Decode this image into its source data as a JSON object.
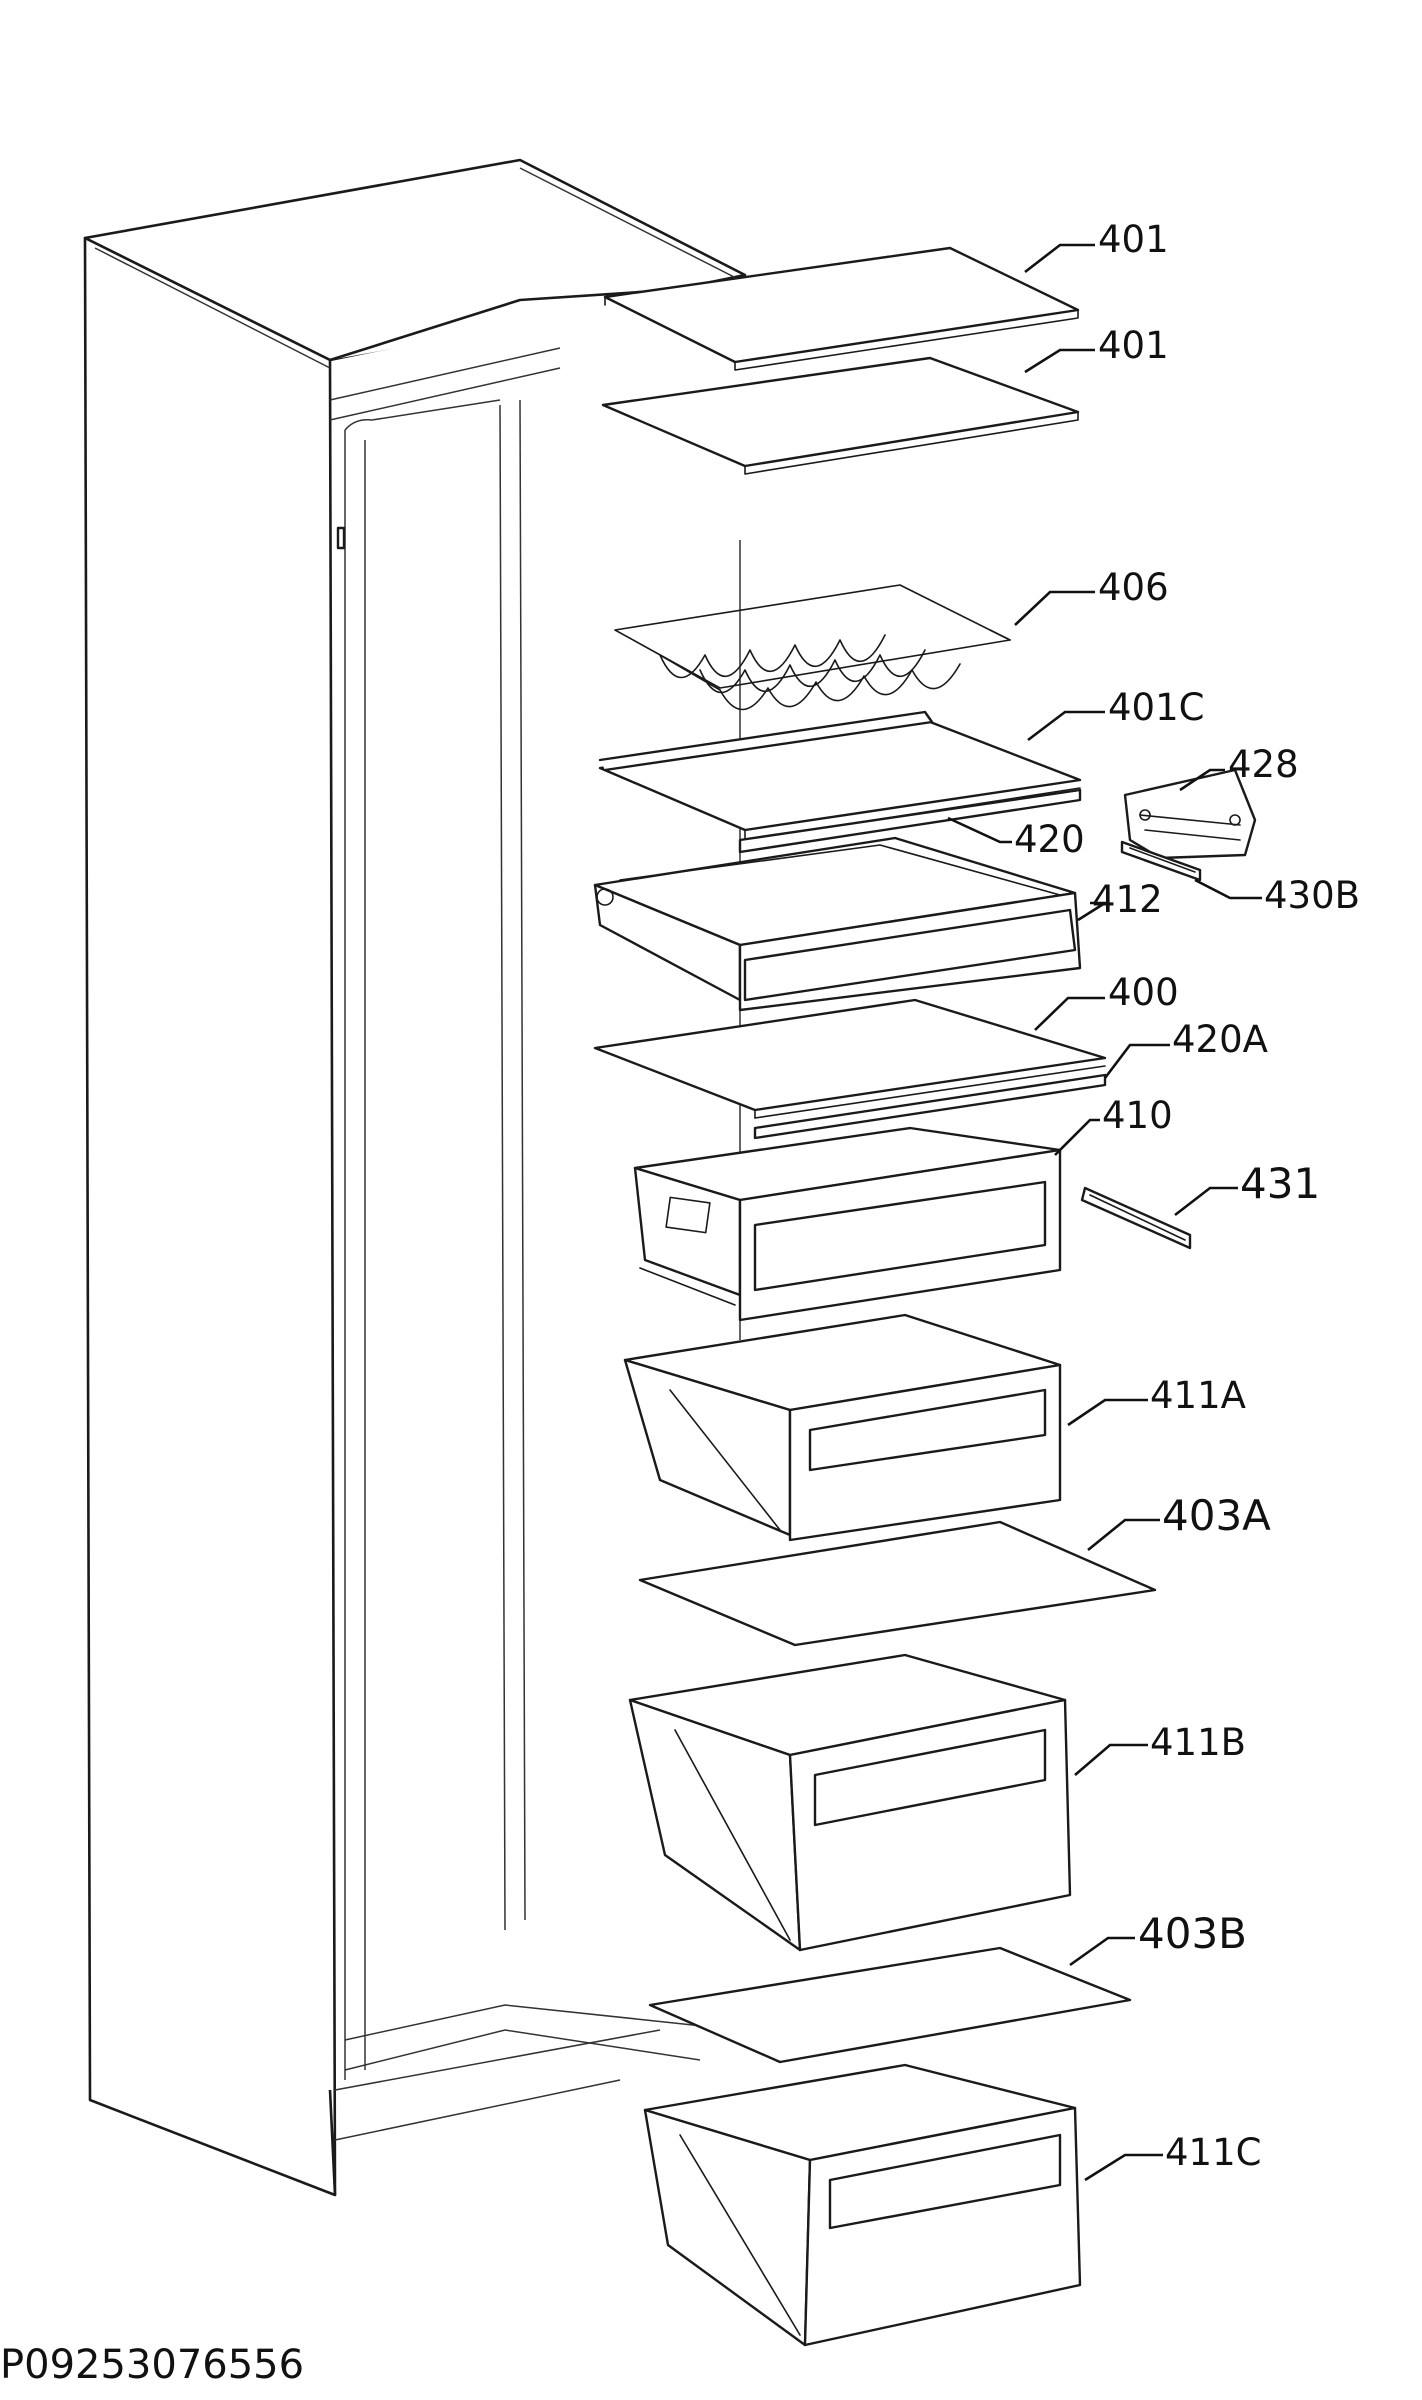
{
  "document_id": "P09253076556",
  "callouts": [
    {
      "id": "c401a",
      "label": "401"
    },
    {
      "id": "c401b",
      "label": "401"
    },
    {
      "id": "c406",
      "label": "406"
    },
    {
      "id": "c401C",
      "label": "401C"
    },
    {
      "id": "c428",
      "label": "428"
    },
    {
      "id": "c420",
      "label": "420"
    },
    {
      "id": "c430B",
      "label": "430B"
    },
    {
      "id": "c412",
      "label": "412"
    },
    {
      "id": "c400",
      "label": "400"
    },
    {
      "id": "c420A",
      "label": "420A"
    },
    {
      "id": "c410",
      "label": "410"
    },
    {
      "id": "c431",
      "label": "431"
    },
    {
      "id": "c411A",
      "label": "411A"
    },
    {
      "id": "c403A",
      "label": "403A"
    },
    {
      "id": "c411B",
      "label": "411B"
    },
    {
      "id": "c403B",
      "label": "403B"
    },
    {
      "id": "c411C",
      "label": "411C"
    }
  ]
}
